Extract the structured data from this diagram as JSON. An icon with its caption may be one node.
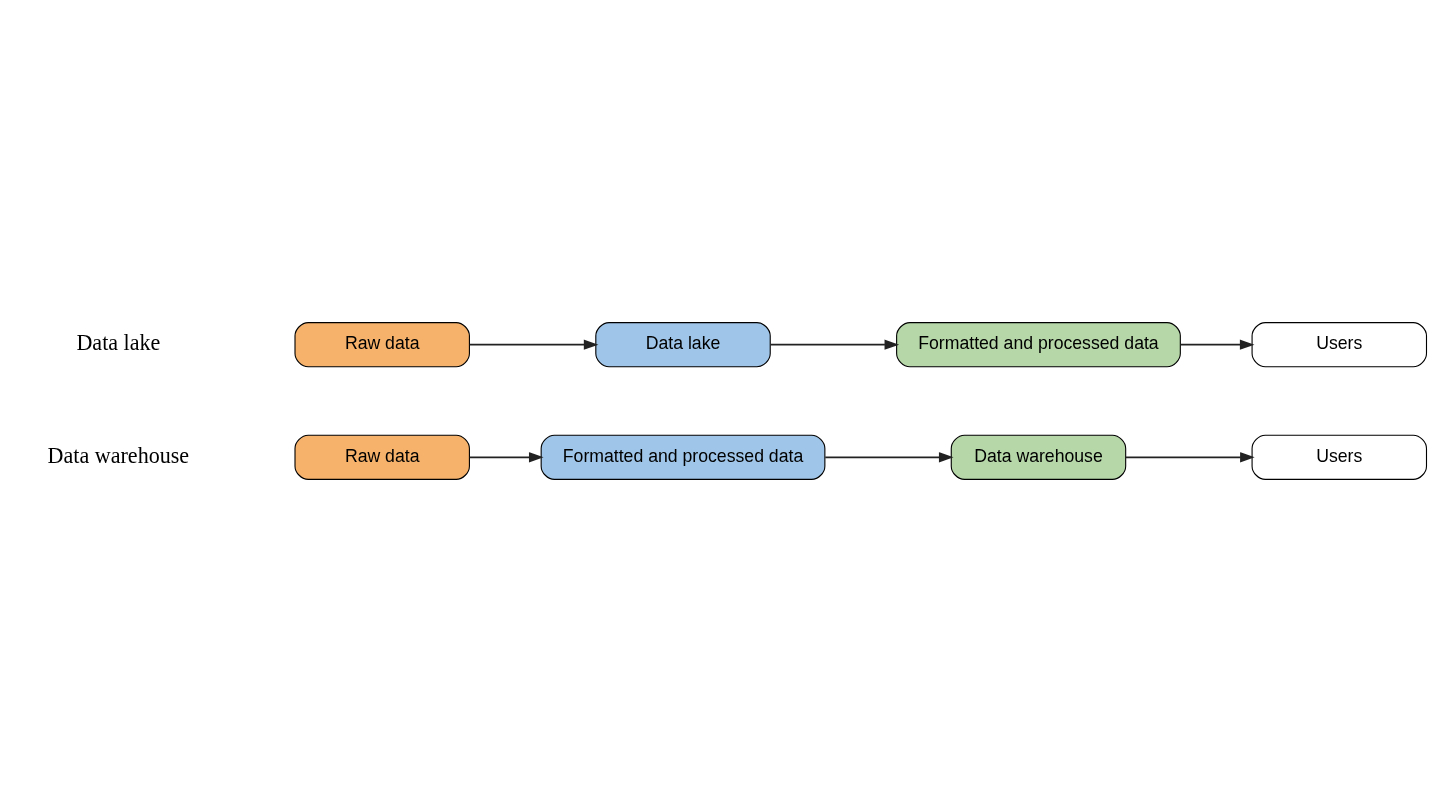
{
  "diagram": {
    "nodes": [
      {
        "text": [
          "Raw data"
        ]
      },
      {
        "text": [
          "Formatted and processed data"
        ]
      },
      {
        "text": [
          "Data warehouse"
        ]
      },
      {
        "text": [
          "Users"
        ]
      },
      {
        "text": [
          "Raw data"
        ]
      },
      {
        "text": [
          "Data lake"
        ]
      },
      {
        "text": [
          "Formatted and processed data"
        ]
      },
      {
        "text": [
          "Users"
        ]
      }
    ],
    "edges": [
      {
        "from": 0,
        "to": 1,
        "arrow": "to"
      },
      {
        "from": 1,
        "to": 2,
        "arrow": "to"
      },
      {
        "from": 2,
        "to": 3,
        "arrow": "to"
      },
      {
        "from": 4,
        "to": 5,
        "arrow": "to"
      },
      {
        "from": 5,
        "to": 6,
        "arrow": "to"
      },
      {
        "from": 6,
        "to": 7,
        "arrow": "to"
      }
    ],
    "labels": [
      "Data warehouse",
      "Data lake"
    ]
  }
}
